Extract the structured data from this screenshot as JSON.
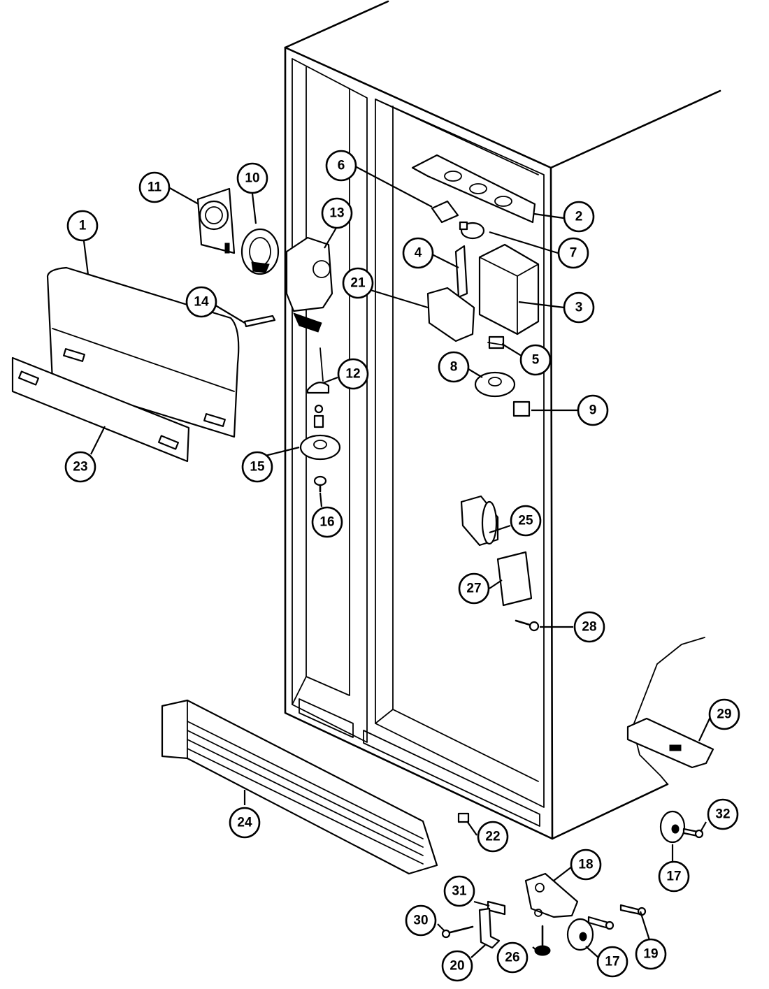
{
  "diagram": {
    "callouts": [
      {
        "key": "c1",
        "label": "1"
      },
      {
        "key": "c2",
        "label": "2"
      },
      {
        "key": "c3",
        "label": "3"
      },
      {
        "key": "c4",
        "label": "4"
      },
      {
        "key": "c5",
        "label": "5"
      },
      {
        "key": "c6",
        "label": "6"
      },
      {
        "key": "c7",
        "label": "7"
      },
      {
        "key": "c8",
        "label": "8"
      },
      {
        "key": "c9",
        "label": "9"
      },
      {
        "key": "c10",
        "label": "10"
      },
      {
        "key": "c11",
        "label": "11"
      },
      {
        "key": "c12",
        "label": "12"
      },
      {
        "key": "c13",
        "label": "13"
      },
      {
        "key": "c14",
        "label": "14"
      },
      {
        "key": "c15",
        "label": "15"
      },
      {
        "key": "c16",
        "label": "16"
      },
      {
        "key": "c17a",
        "label": "17"
      },
      {
        "key": "c17b",
        "label": "17"
      },
      {
        "key": "c18",
        "label": "18"
      },
      {
        "key": "c19",
        "label": "19"
      },
      {
        "key": "c20",
        "label": "20"
      },
      {
        "key": "c21",
        "label": "21"
      },
      {
        "key": "c22",
        "label": "22"
      },
      {
        "key": "c23",
        "label": "23"
      },
      {
        "key": "c24",
        "label": "24"
      },
      {
        "key": "c25",
        "label": "25"
      },
      {
        "key": "c26",
        "label": "26"
      },
      {
        "key": "c27",
        "label": "27"
      },
      {
        "key": "c28",
        "label": "28"
      },
      {
        "key": "c29",
        "label": "29"
      },
      {
        "key": "c30",
        "label": "30"
      },
      {
        "key": "c31",
        "label": "31"
      },
      {
        "key": "c32",
        "label": "32"
      }
    ]
  }
}
